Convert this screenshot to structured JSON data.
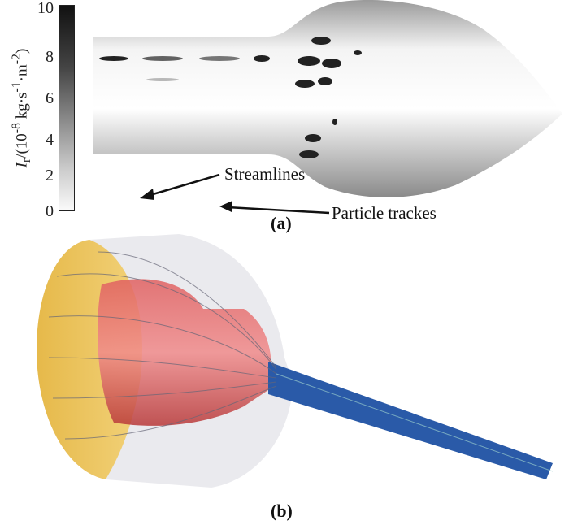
{
  "panel_a": {
    "caption": "(a)",
    "colorbar": {
      "label_symbol": "I",
      "label_subscript": "r",
      "label_rest": "/(10",
      "label_exp": "-8",
      "label_units": " kg·s",
      "label_exp2": "-1",
      "label_units2": "·m",
      "label_exp3": "-2",
      "label_close": ")",
      "ticks": [
        "10",
        "8",
        "6",
        "4",
        "2",
        "0"
      ],
      "range": [
        0,
        10
      ]
    }
  },
  "panel_b": {
    "caption": "(b)",
    "annotations": {
      "streamlines": "Streamlines",
      "particle_tracks": "Particle trackes"
    }
  }
}
